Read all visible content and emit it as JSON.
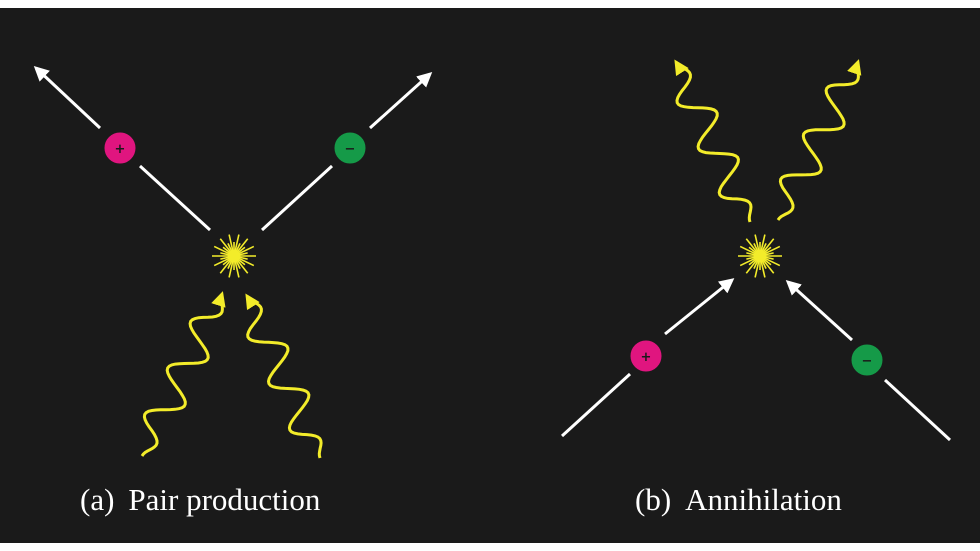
{
  "panels": [
    {
      "id": "a",
      "label": "(a)",
      "title": "Pair production",
      "particles": [
        {
          "name": "positron",
          "symbol": "+",
          "color": "#e0157f"
        },
        {
          "name": "electron",
          "symbol": "−",
          "color": "#159a48"
        }
      ]
    },
    {
      "id": "b",
      "label": "(b)",
      "title": "Annihilation",
      "particles": [
        {
          "name": "positron",
          "symbol": "+",
          "color": "#e0157f"
        },
        {
          "name": "electron",
          "symbol": "−",
          "color": "#159a48"
        }
      ]
    }
  ],
  "colors": {
    "background": "#1a1a1a",
    "frame": "#ffffff",
    "particle_track": "#ffffff",
    "photon": "#f3ec2a",
    "vertex_burst": "#f3ec2a"
  }
}
